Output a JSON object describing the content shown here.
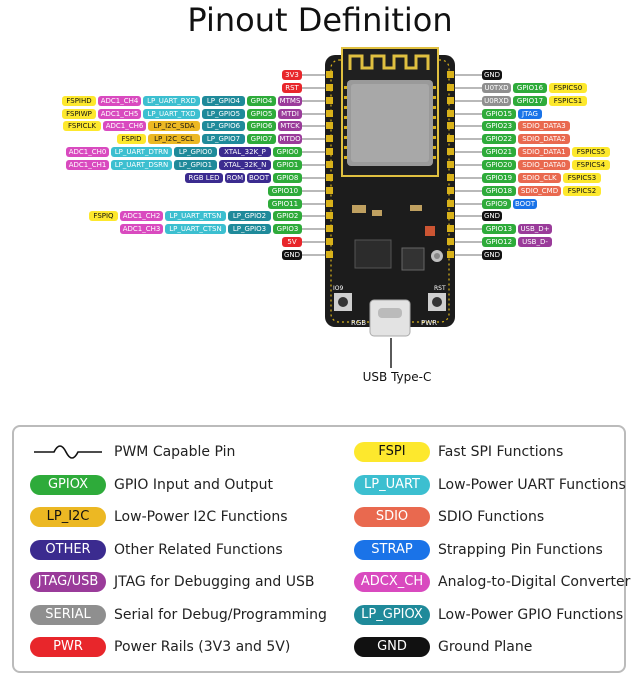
{
  "title": "Pinout Definition",
  "usb_label": "USB Type-C",
  "board_text": {
    "rgb": "RGB",
    "pwr": "PWR",
    "io9": "IO9",
    "rst": "RST"
  },
  "colors": {
    "GPIO": "#2eab3a",
    "LP_I2C": "#ecb823",
    "OTHER": "#3b2b8f",
    "JTAG": "#9a3b9a",
    "SERIAL": "#8f8f8f",
    "PWR": "#e8262b",
    "GND": "#111111",
    "FSPI": "#fde82d",
    "LP_UART": "#3cbfd0",
    "SDIO": "#e9694f",
    "STRAP": "#1a73e8",
    "ADC": "#d94abf",
    "LP_GPIO": "#1f8a9a"
  },
  "left_rows": [
    [
      {
        "t": "3V3",
        "c": "PWR"
      }
    ],
    [
      {
        "t": "RST",
        "c": "PWR"
      }
    ],
    [
      {
        "t": "FSPIHD",
        "c": "FSPI"
      },
      {
        "t": "ADC1_CH4",
        "c": "ADC"
      },
      {
        "t": "LP_UART_RXD",
        "c": "LP_UART"
      },
      {
        "t": "LP_GPIO4",
        "c": "LP_GPIO"
      },
      {
        "t": "GPIO4",
        "c": "GPIO"
      },
      {
        "t": "MTMS",
        "c": "JTAG"
      }
    ],
    [
      {
        "t": "FSPIWP",
        "c": "FSPI"
      },
      {
        "t": "ADC1_CH5",
        "c": "ADC"
      },
      {
        "t": "LP_UART_TXD",
        "c": "LP_UART"
      },
      {
        "t": "LP_GPIO5",
        "c": "LP_GPIO"
      },
      {
        "t": "GPIO5",
        "c": "GPIO"
      },
      {
        "t": "MTDI",
        "c": "JTAG"
      }
    ],
    [
      {
        "t": "FSPICLK",
        "c": "FSPI"
      },
      {
        "t": "ADC1_CH6",
        "c": "ADC"
      },
      {
        "t": "LP_I2C_SDA",
        "c": "LP_I2C"
      },
      {
        "t": "LP_GPIO6",
        "c": "LP_GPIO"
      },
      {
        "t": "GPIO6",
        "c": "GPIO"
      },
      {
        "t": "MTCK",
        "c": "JTAG"
      }
    ],
    [
      {
        "t": "FSPID",
        "c": "FSPI"
      },
      {
        "t": "LP_I2C_SCL",
        "c": "LP_I2C"
      },
      {
        "t": "LP_GPIO7",
        "c": "LP_GPIO"
      },
      {
        "t": "GPIO7",
        "c": "GPIO"
      },
      {
        "t": "MTDO",
        "c": "JTAG"
      }
    ],
    [
      {
        "t": "ADC1_CH0",
        "c": "ADC"
      },
      {
        "t": "LP_UART_DTRN",
        "c": "LP_UART"
      },
      {
        "t": "LP_GPIO0",
        "c": "LP_GPIO"
      },
      {
        "t": "XTAL_32K_P",
        "c": "OTHER"
      },
      {
        "t": "GPIO0",
        "c": "GPIO"
      }
    ],
    [
      {
        "t": "ADC1_CH1",
        "c": "ADC"
      },
      {
        "t": "LP_UART_DSRN",
        "c": "LP_UART"
      },
      {
        "t": "LP_GPIO1",
        "c": "LP_GPIO"
      },
      {
        "t": "XTAL_32K_N",
        "c": "OTHER"
      },
      {
        "t": "GPIO1",
        "c": "GPIO"
      }
    ],
    [
      {
        "t": "RGB LED",
        "c": "OTHER"
      },
      {
        "t": "ROM",
        "c": "OTHER"
      },
      {
        "t": "BOOT",
        "c": "OTHER"
      },
      {
        "t": "GPIO8",
        "c": "GPIO"
      }
    ],
    [
      {
        "t": "GPIO10",
        "c": "GPIO"
      }
    ],
    [
      {
        "t": "GPIO11",
        "c": "GPIO"
      }
    ],
    [
      {
        "t": "FSPIQ",
        "c": "FSPI"
      },
      {
        "t": "ADC1_CH2",
        "c": "ADC"
      },
      {
        "t": "LP_UART_RTSN",
        "c": "LP_UART"
      },
      {
        "t": "LP_GPIO2",
        "c": "LP_GPIO"
      },
      {
        "t": "GPIO2",
        "c": "GPIO"
      }
    ],
    [
      {
        "t": "ADC1_CH3",
        "c": "ADC"
      },
      {
        "t": "LP_UART_CTSN",
        "c": "LP_UART"
      },
      {
        "t": "LP_GPIO3",
        "c": "LP_GPIO"
      },
      {
        "t": "GPIO3",
        "c": "GPIO"
      }
    ],
    [
      {
        "t": "5V",
        "c": "PWR"
      }
    ],
    [
      {
        "t": "GND",
        "c": "GND"
      }
    ]
  ],
  "right_rows": [
    [
      {
        "t": "GND",
        "c": "GND"
      }
    ],
    [
      {
        "t": "U0TXD",
        "c": "SERIAL"
      },
      {
        "t": "GPIO16",
        "c": "GPIO"
      },
      {
        "t": "FSPICS0",
        "c": "FSPI"
      }
    ],
    [
      {
        "t": "U0RXD",
        "c": "SERIAL"
      },
      {
        "t": "GPIO17",
        "c": "GPIO"
      },
      {
        "t": "FSPICS1",
        "c": "FSPI"
      }
    ],
    [
      {
        "t": "GPIO15",
        "c": "GPIO"
      },
      {
        "t": "JTAG",
        "c": "STRAP"
      }
    ],
    [
      {
        "t": "GPIO23",
        "c": "GPIO"
      },
      {
        "t": "SDIO_DATA3",
        "c": "SDIO"
      }
    ],
    [
      {
        "t": "GPIO22",
        "c": "GPIO"
      },
      {
        "t": "SDIO_DATA2",
        "c": "SDIO"
      }
    ],
    [
      {
        "t": "GPIO21",
        "c": "GPIO"
      },
      {
        "t": "SDIO_DATA1",
        "c": "SDIO"
      },
      {
        "t": "FSPICS5",
        "c": "FSPI"
      }
    ],
    [
      {
        "t": "GPIO20",
        "c": "GPIO"
      },
      {
        "t": "SDIO_DATA0",
        "c": "SDIO"
      },
      {
        "t": "FSPICS4",
        "c": "FSPI"
      }
    ],
    [
      {
        "t": "GPIO19",
        "c": "GPIO"
      },
      {
        "t": "SDIO_CLK",
        "c": "SDIO"
      },
      {
        "t": "FSPICS3",
        "c": "FSPI"
      }
    ],
    [
      {
        "t": "GPIO18",
        "c": "GPIO"
      },
      {
        "t": "SDIO_CMD",
        "c": "SDIO"
      },
      {
        "t": "FSPICS2",
        "c": "FSPI"
      }
    ],
    [
      {
        "t": "GPIO9",
        "c": "GPIO"
      },
      {
        "t": "BOOT",
        "c": "STRAP"
      }
    ],
    [
      {
        "t": "GND",
        "c": "GND"
      }
    ],
    [
      {
        "t": "GPIO13",
        "c": "GPIO"
      },
      {
        "t": "USB_D+",
        "c": "JTAG"
      }
    ],
    [
      {
        "t": "GPIO12",
        "c": "GPIO"
      },
      {
        "t": "USB_D-",
        "c": "JTAG"
      }
    ],
    [
      {
        "t": "GND",
        "c": "GND"
      }
    ]
  ],
  "legend": [
    {
      "swatch": "",
      "c": "PWM",
      "text": "PWM Capable Pin"
    },
    {
      "swatch": "FSPI",
      "c": "FSPI",
      "text": "Fast SPI Functions"
    },
    {
      "swatch": "GPIOX",
      "c": "GPIO",
      "text": "GPIO Input and Output"
    },
    {
      "swatch": "LP_UART",
      "c": "LP_UART",
      "text": "Low-Power UART Functions"
    },
    {
      "swatch": "LP_I2C",
      "c": "LP_I2C",
      "text": "Low-Power I2C Functions"
    },
    {
      "swatch": "SDIO",
      "c": "SDIO",
      "text": "SDIO Functions"
    },
    {
      "swatch": "OTHER",
      "c": "OTHER",
      "text": "Other Related Functions"
    },
    {
      "swatch": "STRAP",
      "c": "STRAP",
      "text": "Strapping Pin Functions"
    },
    {
      "swatch": "JTAG/USB",
      "c": "JTAG",
      "text": "JTAG for Debugging and USB"
    },
    {
      "swatch": "ADCX_CH",
      "c": "ADC",
      "text": "Analog-to-Digital Converter"
    },
    {
      "swatch": "SERIAL",
      "c": "SERIAL",
      "text": "Serial for Debug/Programming"
    },
    {
      "swatch": "LP_GPIOX",
      "c": "LP_GPIO",
      "text": "Low-Power GPIO Functions"
    },
    {
      "swatch": "PWR",
      "c": "PWR",
      "text": "Power Rails (3V3 and 5V)"
    },
    {
      "swatch": "GND",
      "c": "GND",
      "text": "Ground Plane"
    }
  ]
}
